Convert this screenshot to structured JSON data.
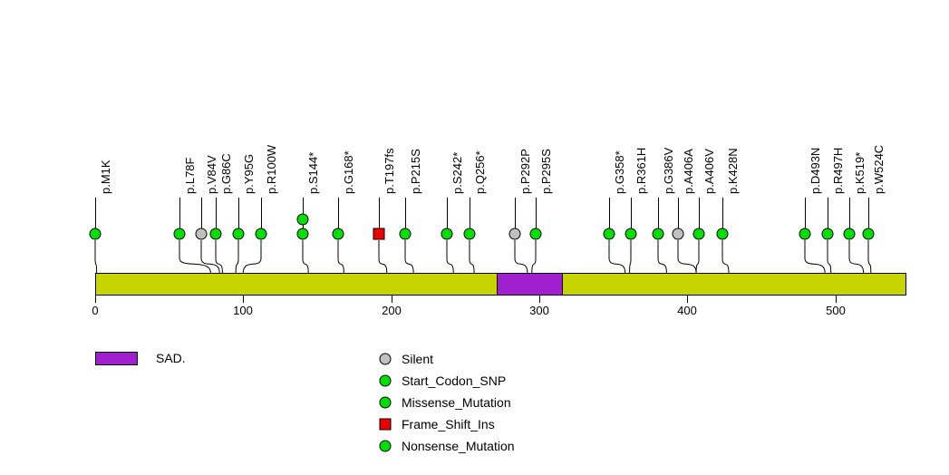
{
  "chart_data": {
    "type": "lollipop",
    "title": "",
    "xlabel": "",
    "ylabel": "",
    "xlim": [
      0,
      548
    ],
    "axis_ticks": [
      {
        "value": 0,
        "label": "0"
      },
      {
        "value": 100,
        "label": "100"
      },
      {
        "value": 200,
        "label": "200"
      },
      {
        "value": 300,
        "label": "300"
      },
      {
        "value": 400,
        "label": "400"
      },
      {
        "value": 500,
        "label": "500"
      }
    ],
    "protein_bar": {
      "start": 0,
      "end": 548,
      "color": "#c8d400"
    },
    "domains": [
      {
        "name": "SAD.",
        "start": 271,
        "end": 316,
        "color": "#a020d0"
      }
    ],
    "mutations": [
      {
        "label": "p.M1K",
        "position": 1,
        "count": 1,
        "type": "Start_Codon_SNP",
        "color": "#00e000",
        "shape": "circle",
        "px": 105
      },
      {
        "label": "p.L78F",
        "position": 78,
        "count": 1,
        "type": "Missense_Mutation",
        "color": "#00e000",
        "shape": "circle",
        "px": 198
      },
      {
        "label": "p.V84V",
        "position": 84,
        "count": 1,
        "type": "Silent",
        "color": "#c0c0c0",
        "shape": "circle",
        "px": 222
      },
      {
        "label": "p.G86C",
        "position": 86,
        "count": 1,
        "type": "Missense_Mutation",
        "color": "#00e000",
        "shape": "circle",
        "px": 238
      },
      {
        "label": "p.Y95G",
        "position": 95,
        "count": 1,
        "type": "Missense_Mutation",
        "color": "#00e000",
        "shape": "circle",
        "px": 263
      },
      {
        "label": "p.R100W",
        "position": 100,
        "count": 1,
        "type": "Missense_Mutation",
        "color": "#00e000",
        "shape": "circle",
        "px": 288
      },
      {
        "label": "p.S144*",
        "position": 144,
        "count": 2,
        "type": "Nonsense_Mutation",
        "color": "#00e000",
        "shape": "circle",
        "px": 334
      },
      {
        "label": "p.G168*",
        "position": 168,
        "count": 1,
        "type": "Nonsense_Mutation",
        "color": "#00e000",
        "shape": "circle",
        "px": 373
      },
      {
        "label": "p.T197fs",
        "position": 197,
        "count": 1,
        "type": "Frame_Shift_Ins",
        "color": "#ee0000",
        "shape": "square",
        "px": 418
      },
      {
        "label": "p.P215S",
        "position": 215,
        "count": 1,
        "type": "Missense_Mutation",
        "color": "#00e000",
        "shape": "circle",
        "px": 447
      },
      {
        "label": "p.S242*",
        "position": 242,
        "count": 1,
        "type": "Nonsense_Mutation",
        "color": "#00e000",
        "shape": "circle",
        "px": 493
      },
      {
        "label": "p.Q256*",
        "position": 256,
        "count": 1,
        "type": "Nonsense_Mutation",
        "color": "#00e000",
        "shape": "circle",
        "px": 518
      },
      {
        "label": "p.P292P",
        "position": 292,
        "count": 1,
        "type": "Silent",
        "color": "#c0c0c0",
        "shape": "circle",
        "px": 568
      },
      {
        "label": "p.P295S",
        "position": 295,
        "count": 1,
        "type": "Missense_Mutation",
        "color": "#00e000",
        "shape": "circle",
        "px": 591
      },
      {
        "label": "p.G358*",
        "position": 358,
        "count": 1,
        "type": "Nonsense_Mutation",
        "color": "#00e000",
        "shape": "circle",
        "px": 672
      },
      {
        "label": "p.R361H",
        "position": 361,
        "count": 1,
        "type": "Missense_Mutation",
        "color": "#00e000",
        "shape": "circle",
        "px": 696
      },
      {
        "label": "p.G386V",
        "position": 386,
        "count": 1,
        "type": "Missense_Mutation",
        "color": "#00e000",
        "shape": "circle",
        "px": 726
      },
      {
        "label": "p.A406A",
        "position": 406,
        "count": 1,
        "type": "Silent",
        "color": "#c0c0c0",
        "shape": "circle",
        "px": 748
      },
      {
        "label": "p.A406V",
        "position": 406,
        "count": 1,
        "type": "Missense_Mutation",
        "color": "#00e000",
        "shape": "circle",
        "px": 771
      },
      {
        "label": "p.K428N",
        "position": 428,
        "count": 1,
        "type": "Missense_Mutation",
        "color": "#00e000",
        "shape": "circle",
        "px": 797
      },
      {
        "label": "p.D493N",
        "position": 493,
        "count": 1,
        "type": "Missense_Mutation",
        "color": "#00e000",
        "shape": "circle",
        "px": 888
      },
      {
        "label": "p.R497H",
        "position": 497,
        "count": 1,
        "type": "Missense_Mutation",
        "color": "#00e000",
        "shape": "circle",
        "px": 913
      },
      {
        "label": "p.K519*",
        "position": 519,
        "count": 1,
        "type": "Nonsense_Mutation",
        "color": "#00e000",
        "shape": "circle",
        "px": 937
      },
      {
        "label": "p.W524C",
        "position": 524,
        "count": 1,
        "type": "Missense_Mutation",
        "color": "#00e000",
        "shape": "circle",
        "px": 958
      }
    ],
    "legend_domains": [
      {
        "label": "SAD.",
        "color": "#a020d0",
        "shape": "rect"
      }
    ],
    "legend_mutation_types": [
      {
        "label": "Silent",
        "color": "#c0c0c0",
        "shape": "circle"
      },
      {
        "label": "Start_Codon_SNP",
        "color": "#00e000",
        "shape": "circle"
      },
      {
        "label": "Missense_Mutation",
        "color": "#00e000",
        "shape": "circle"
      },
      {
        "label": "Frame_Shift_Ins",
        "color": "#ee0000",
        "shape": "square"
      },
      {
        "label": "Nonsense_Mutation",
        "color": "#00e000",
        "shape": "circle"
      }
    ]
  }
}
